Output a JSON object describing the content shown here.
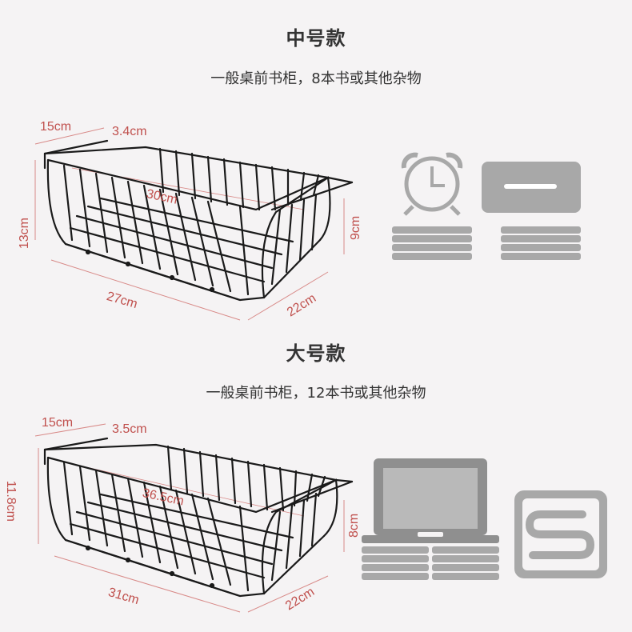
{
  "medium": {
    "title": "中号款",
    "subtitle": "一般桌前书柜，8本书或其他杂物",
    "dims": {
      "hook_len": "15cm",
      "hook_gap": "3.4cm",
      "height_left": "13cm",
      "diagonal": "30cm",
      "height_right": "9cm",
      "length": "27cm",
      "depth": "22cm"
    },
    "items": [
      "alarm-clock-icon",
      "tissue-box-icon",
      "book-stack-icon",
      "book-stack-icon"
    ]
  },
  "large": {
    "title": "大号款",
    "subtitle": "一般桌前书柜，12本书或其他杂物",
    "dims": {
      "hook_len": "15cm",
      "hook_gap": "3.5cm",
      "height_left": "11.8cm",
      "diagonal": "36.5cm",
      "height_right": "8cm",
      "length": "31cm",
      "depth": "22cm"
    },
    "items": [
      "laptop-icon",
      "book-stack-icon",
      "binder-clip-icon"
    ]
  },
  "colors": {
    "background": "#f5f3f4",
    "dimension": "#c0504d",
    "wire": "#1a1a1a",
    "icon_gray": "#a8a8a8"
  }
}
